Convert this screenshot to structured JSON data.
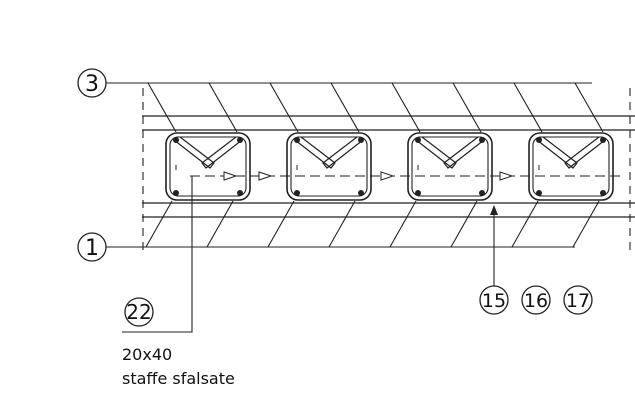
{
  "callouts": {
    "c3": "3",
    "c1": "1",
    "c22": "22",
    "c15": "15",
    "c16": "16",
    "c17": "17"
  },
  "notes": {
    "stirrup_size": "20x40",
    "stirrup_note": "staffe sfalsate"
  },
  "stirrup_count": 4
}
